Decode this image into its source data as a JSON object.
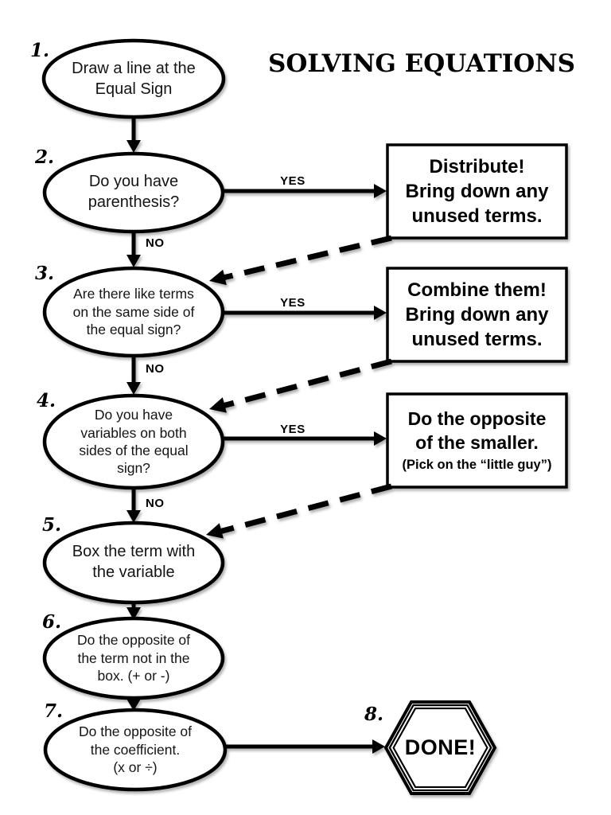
{
  "title": "SOLVING EQUATIONS",
  "labels": {
    "yes": "YES",
    "no": "NO"
  },
  "steps": {
    "s1": {
      "num": "1.",
      "text": "Draw a line at the\nEqual Sign"
    },
    "s2": {
      "num": "2.",
      "text": "Do you have\nparenthesis?"
    },
    "s3": {
      "num": "3.",
      "text": "Are there like terms\non the same side of\nthe equal sign?"
    },
    "s4": {
      "num": "4.",
      "text": "Do you have\nvariables on both\nsides of the equal\nsign?"
    },
    "s5": {
      "num": "5.",
      "text": "Box the term with\nthe variable"
    },
    "s6": {
      "num": "6.",
      "text": "Do the opposite of\nthe term not in the\nbox. (+ or -)"
    },
    "s7": {
      "num": "7.",
      "text": "Do the opposite of\nthe coefficient.\n(x or ÷)"
    },
    "s8": {
      "num": "8.",
      "done": "DONE!"
    }
  },
  "actions": {
    "distribute": {
      "text": "Distribute!\nBring down any\nunused terms."
    },
    "combine": {
      "text": "Combine them!\nBring down any\nunused terms."
    },
    "opposite": {
      "main": "Do the opposite\nof the smaller.",
      "sub": "(Pick on the “little guy”)"
    }
  },
  "colors": {
    "ink": "#000000",
    "paper": "#ffffff"
  }
}
